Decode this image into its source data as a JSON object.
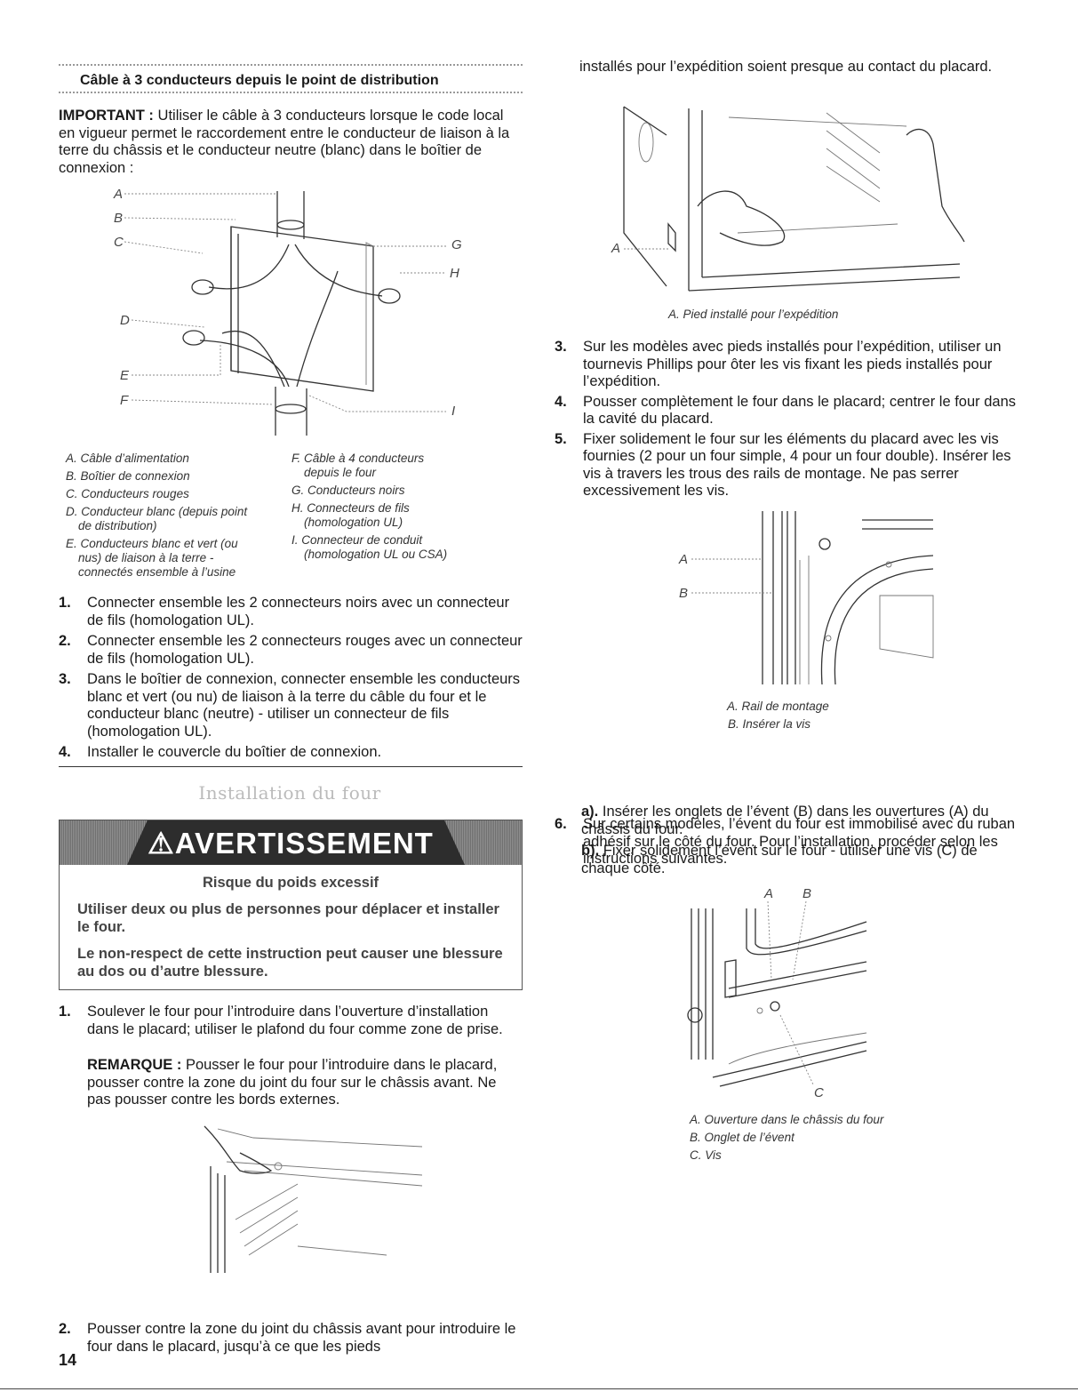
{
  "left": {
    "section_title": "Câble à 3 conducteurs depuis le point de distribution",
    "important_label": "IMPORTANT :",
    "important_text": "Utiliser le câble à 3 conducteurs lorsque le code local en vigueur permet le raccordement entre le conducteur de liaison à la terre du châssis et le conducteur neutre (blanc) dans le boîtier de connexion :",
    "fig1_labels": [
      "A",
      "B",
      "C",
      "D",
      "E",
      "F",
      "G",
      "H",
      "I"
    ],
    "fig1_legend_left": [
      "A. Câble d’alimentation",
      "B. Boîtier de connexion",
      "C. Conducteurs rouges",
      "D. Conducteur blanc (depuis point",
      "de distribution)",
      "E. Conducteurs blanc et vert (ou",
      "nus) de liaison à la terre -",
      "connectés ensemble à l’usine"
    ],
    "fig1_legend_right": [
      "F. Câble à 4 conducteurs",
      "depuis le four",
      "G. Conducteurs noirs",
      "H. Connecteurs de fils",
      "(homologation UL)",
      "I. Connecteur de conduit",
      "(homologation UL ou CSA)"
    ],
    "steps": [
      {
        "num": "1.",
        "text": "Connecter ensemble les 2 connecteurs noirs avec un connecteur de fils (homologation UL)."
      },
      {
        "num": "2.",
        "text": "Connecter ensemble les 2 connecteurs rouges avec un connecteur de fils (homologation UL)."
      },
      {
        "num": "3.",
        "text": "Dans le boîtier de connexion, connecter ensemble les conducteurs blanc et vert (ou nu) de liaison à la terre du câble du four et le conducteur blanc (neutre) - utiliser un connecteur de fils (homologation UL)."
      },
      {
        "num": "4.",
        "text": "Installer le couvercle du boîtier de connexion."
      }
    ],
    "install_title": "Installation du four",
    "warning": {
      "title": "AVERTISSEMENT",
      "subtitle": "Risque du poids excessif",
      "line1": "Utiliser deux ou plus de personnes pour déplacer et installer le four.",
      "line2": "Le non-respect de cette instruction peut causer une blessure au dos ou d’autre blessure."
    },
    "step1_num": "1.",
    "step1_text": "Soulever le four pour l’introduire dans l’ouverture d’installation dans le placard; utiliser le plafond du four comme zone de prise.",
    "remarque_label": "REMARQUE :",
    "remarque_text": "Pousser le four pour l’introduire dans le placard, pousser contre la zone du joint du four sur le châssis avant. Ne pas pousser contre les bords externes.",
    "step2_num": "2.",
    "step2_text": "Pousser contre la zone du joint du châssis avant pour introduire le four dans le placard, jusqu’à ce que les pieds"
  },
  "right": {
    "cont_text": "installés pour l’expédition soient presque au contact du placard.",
    "fig_foot_label": "A",
    "fig_foot_caption": "A. Pied installé pour l’expédition",
    "steps": [
      {
        "num": "3.",
        "text": "Sur les modèles avec pieds installés pour l’expédition, utiliser un tournevis Phillips pour ôter les vis fixant les pieds installés pour l’expédition."
      },
      {
        "num": "4.",
        "text": "Pousser complètement le four dans le placard; centrer le four dans la cavité du placard."
      },
      {
        "num": "5.",
        "text": "Fixer solidement le four sur les éléments du placard avec les vis fournies (2 pour un four simple, 4 pour un four double). Insérer les vis à travers les trous des rails de montage. Ne pas serrer excessivement les vis."
      }
    ],
    "fig_rail_labels": [
      "A",
      "B"
    ],
    "fig_rail_caption": [
      "A. Rail de montage",
      "B. Insérer la vis"
    ],
    "step6_num": "6.",
    "step6_text": "Sur certains modèles, l’évent du four est immobilisé avec du ruban adhésif sur le côté du four. Pour l’installation, procéder selon les instructions suivantes.",
    "sub_a_label": "a).",
    "sub_a_text": "Insérer les onglets de l’évent (B) dans les ouvertures (A) du châssis du four.",
    "sub_b_label": "b).",
    "sub_b_text": "Fixer solidement l’évent sur le four - utiliser une vis (C) de chaque côté.",
    "fig_vent_labels": [
      "A",
      "B",
      "C"
    ],
    "fig_vent_caption": [
      "A. Ouverture dans le châssis du four",
      "B. Onglet de l’évent",
      "C. Vis"
    ]
  },
  "page_number": "14"
}
